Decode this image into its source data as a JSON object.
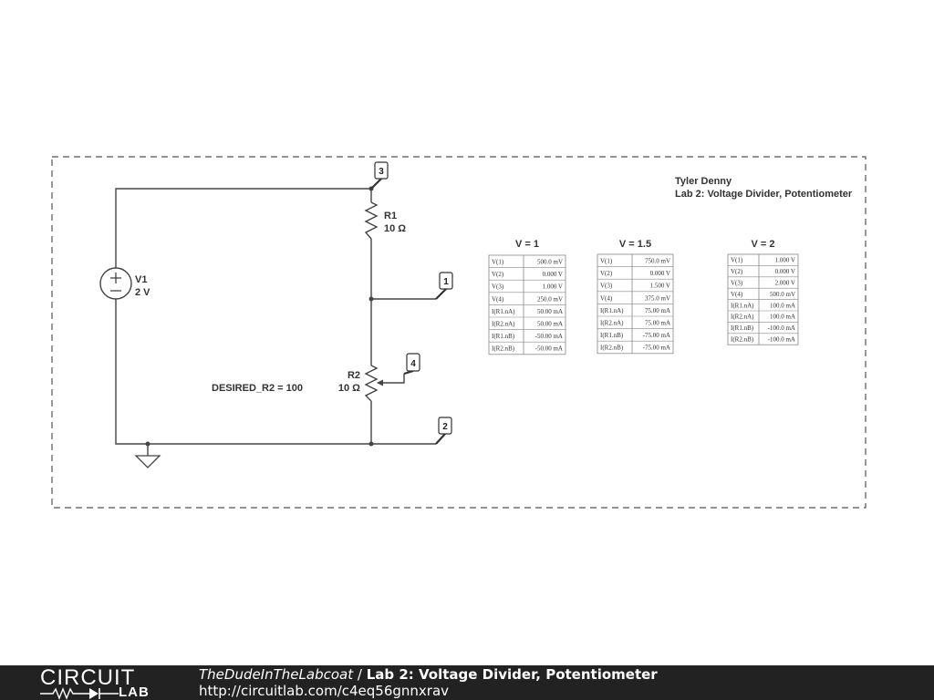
{
  "schematic": {
    "author_note": "Tyler Denny",
    "title_note": "Lab 2: Voltage Divider, Potentiometer",
    "nodes": [
      "3",
      "1",
      "4",
      "2"
    ],
    "v1": {
      "name": "V1",
      "value": "2 V"
    },
    "r1": {
      "name": "R1",
      "value": "10 Ω"
    },
    "r2": {
      "name": "R2",
      "value": "10 Ω"
    },
    "param": "DESIRED_R2 = 100"
  },
  "tables": [
    {
      "title": "V = 1",
      "rows": [
        [
          "V(1)",
          "500.0 mV"
        ],
        [
          "V(2)",
          "0.000 V"
        ],
        [
          "V(3)",
          "1.000 V"
        ],
        [
          "V(4)",
          "250.0 mV"
        ],
        [
          "I(R1.nA)",
          "50.00 mA"
        ],
        [
          "I(R2.nA)",
          "50.00 mA"
        ],
        [
          "I(R1.nB)",
          "-50.00 mA"
        ],
        [
          "I(R2.nB)",
          "-50.00 mA"
        ]
      ]
    },
    {
      "title": "V = 1.5",
      "rows": [
        [
          "V(1)",
          "750.0 mV"
        ],
        [
          "V(2)",
          "0.000 V"
        ],
        [
          "V(3)",
          "1.500 V"
        ],
        [
          "V(4)",
          "375.0 mV"
        ],
        [
          "I(R1.nA)",
          "75.00 mA"
        ],
        [
          "I(R2.nA)",
          "75.00 mA"
        ],
        [
          "I(R1.nB)",
          "-75.00 mA"
        ],
        [
          "I(R2.nB)",
          "-75.00 mA"
        ]
      ]
    },
    {
      "title": "V = 2",
      "rows": [
        [
          "V(1)",
          "1.000 V"
        ],
        [
          "V(2)",
          "0.000 V"
        ],
        [
          "V(3)",
          "2.000 V"
        ],
        [
          "V(4)",
          "500.0 mV"
        ],
        [
          "I(R1.nA)",
          "100.0 mA"
        ],
        [
          "I(R2.nA)",
          "100.0 mA"
        ],
        [
          "I(R1.nB)",
          "-100.0 mA"
        ],
        [
          "I(R2.nB)",
          "-100.0 mA"
        ]
      ]
    }
  ],
  "footer": {
    "logo_top": "CIRCUIT",
    "logo_bottom": "LAB",
    "author": "TheDudeInTheLabcoat",
    "separator": " / ",
    "title": "Lab 2: Voltage Divider, Potentiometer",
    "url": "http://circuitlab.com/c4eq56gnnxrav"
  }
}
